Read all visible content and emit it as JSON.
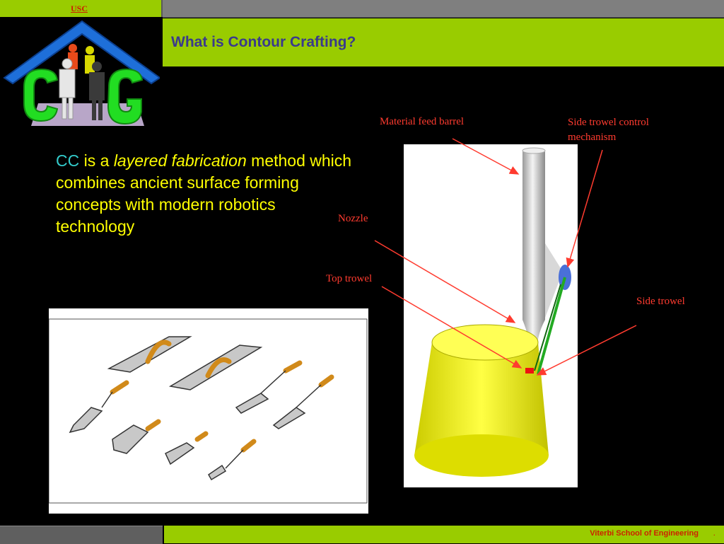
{
  "header": {
    "org": "USC",
    "title": "What is Contour Crafting?"
  },
  "intro": {
    "abbr": "CC",
    "part1": " is a ",
    "emphasis": "layered fabrication",
    "part2": " method which combines ancient surface forming concepts with modern robotics technology"
  },
  "labels": {
    "feed_barrel": "Material feed barrel",
    "side_control_1": "Side trowel control",
    "side_control_2": "mechanism",
    "nozzle": "Nozzle",
    "top_trowel": "Top trowel",
    "side_trowel": "Side trowel"
  },
  "footer": {
    "text": "Viterbi School of Engineering",
    "dot": "."
  },
  "colors": {
    "accent_green": "#99cc00",
    "title_blue": "#3a3a8c",
    "text_yellow": "#ffff00",
    "label_red": "#ff3b2f"
  }
}
